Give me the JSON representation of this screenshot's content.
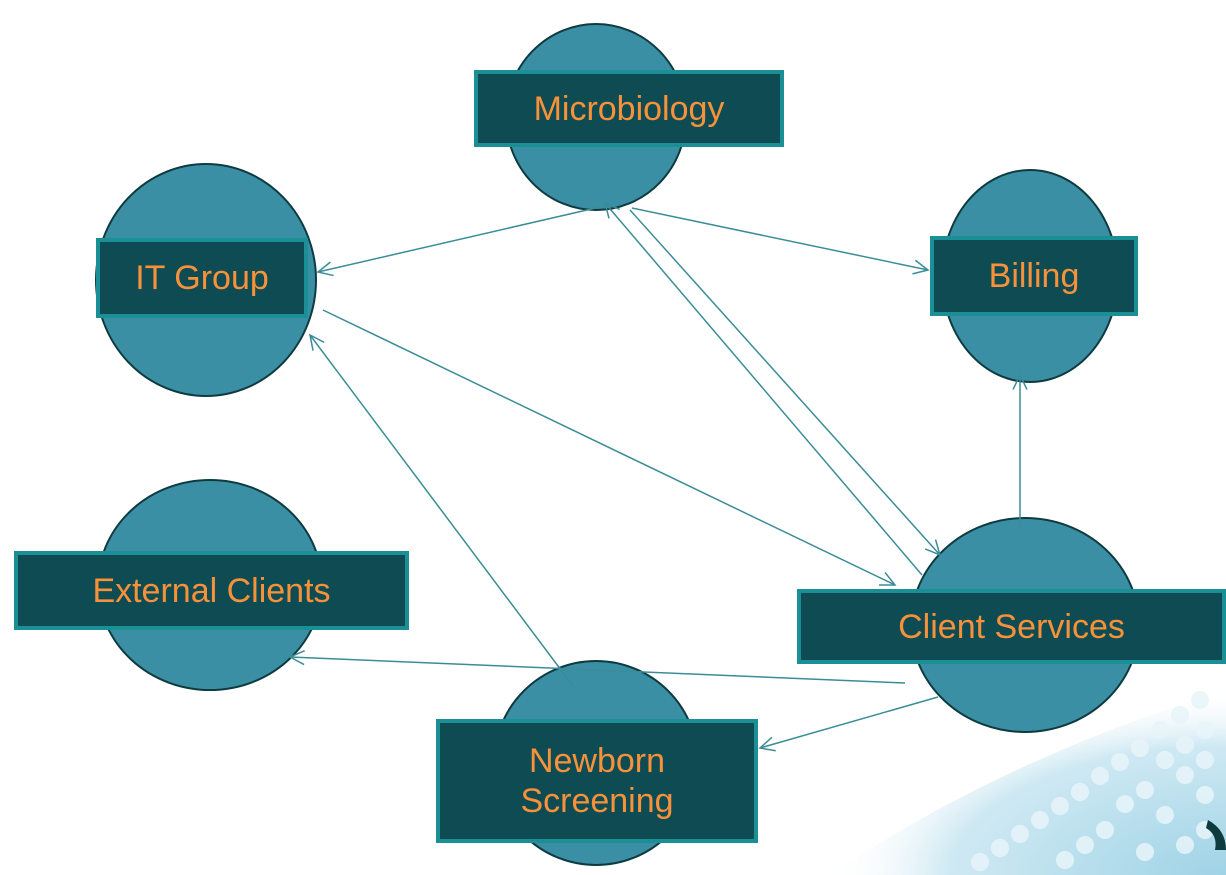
{
  "colors": {
    "circle_fill": "#3a8fa5",
    "circle_stroke": "#0e3b40",
    "box_fill": "#0f4b52",
    "box_border": "#1b8f96",
    "label_text": "#f7923a",
    "edge": "#3a8d96"
  },
  "nodes": {
    "microbiology": {
      "label": "Microbiology"
    },
    "it_group": {
      "label": "IT Group"
    },
    "billing": {
      "label": "Billing"
    },
    "external_clients": {
      "label": "External Clients"
    },
    "client_services": {
      "label": "Client Services"
    },
    "newborn_screening": {
      "label_line1": "Newborn",
      "label_line2": "Screening"
    }
  },
  "edges": [
    {
      "from": "microbiology",
      "to": "it_group"
    },
    {
      "from": "microbiology",
      "to": "billing"
    },
    {
      "from": "microbiology",
      "to": "client_services"
    },
    {
      "from": "client_services",
      "to": "microbiology"
    },
    {
      "from": "it_group",
      "to": "client_services"
    },
    {
      "from": "client_services",
      "to": "billing"
    },
    {
      "from": "client_services",
      "to": "external_clients"
    },
    {
      "from": "client_services",
      "to": "newborn_screening"
    },
    {
      "from": "newborn_screening",
      "to": "it_group"
    }
  ]
}
